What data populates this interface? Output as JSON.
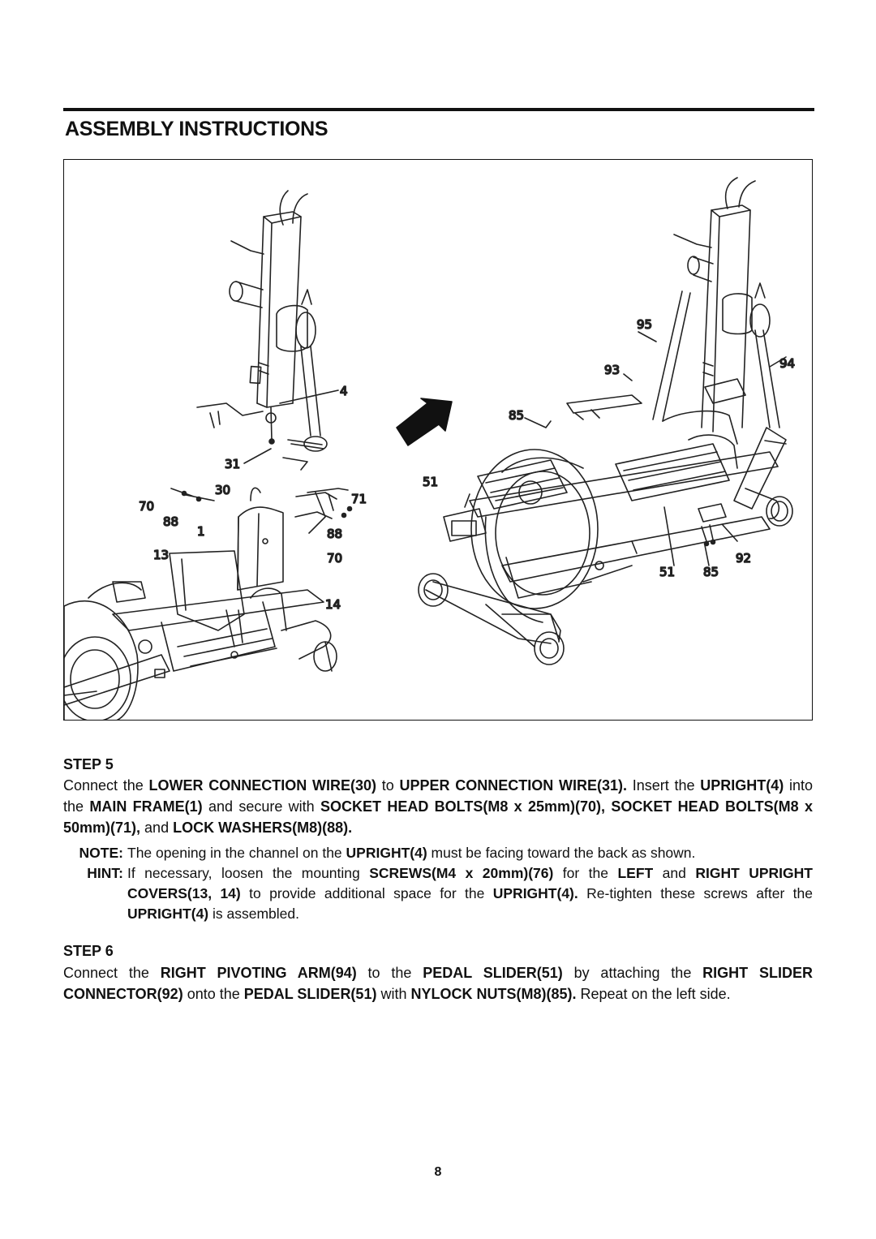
{
  "header": {
    "title": "ASSEMBLY INSTRUCTIONS"
  },
  "figure": {
    "callouts_left": [
      "4",
      "31",
      "30",
      "71",
      "70",
      "88",
      "1",
      "88",
      "13",
      "70",
      "14"
    ],
    "callouts_right": [
      "95",
      "94",
      "93",
      "85",
      "51",
      "92",
      "51",
      "85"
    ]
  },
  "step5": {
    "heading": "STEP 5",
    "p1": [
      "Connect the ",
      "LOWER CONNECTION WIRE(30)",
      " to ",
      "UPPER CONNECTION WIRE(31).",
      " Insert the ",
      "UPRIGHT(4)",
      " into the ",
      "MAIN FRAME(1)",
      " and secure with ",
      "SOCKET HEAD BOLTS(M8 x 25mm)(70), SOCKET HEAD BOLTS(M8 x 50mm)(71),",
      " and ",
      "LOCK WASHERS(M8)(88)."
    ],
    "note_label": "NOTE:",
    "note": [
      "The opening in the channel on the ",
      "UPRIGHT(4)",
      " must be facing toward the back as shown."
    ],
    "hint_label": "HINT:",
    "hint": [
      "If necessary, loosen the mounting ",
      "SCREWS(M4 x 20mm)(76)",
      " for the ",
      "LEFT",
      " and ",
      "RIGHT UPRIGHT COVERS(13, 14)",
      " to provide additional space for the ",
      "UPRIGHT(4).",
      " Re-tighten these screws after the ",
      "UPRIGHT(4)",
      " is assembled."
    ]
  },
  "step6": {
    "heading": "STEP 6",
    "p1": [
      "Connect the ",
      "RIGHT PIVOTING ARM(94)",
      " to the ",
      "PEDAL SLIDER(51)",
      " by attaching the ",
      "RIGHT SLIDER CONNECTOR(92)",
      " onto the ",
      "PEDAL SLIDER(51)",
      " with ",
      "NYLOCK NUTS(M8)(85).",
      " Repeat on the left side."
    ]
  },
  "footer": {
    "page_number": "8"
  }
}
